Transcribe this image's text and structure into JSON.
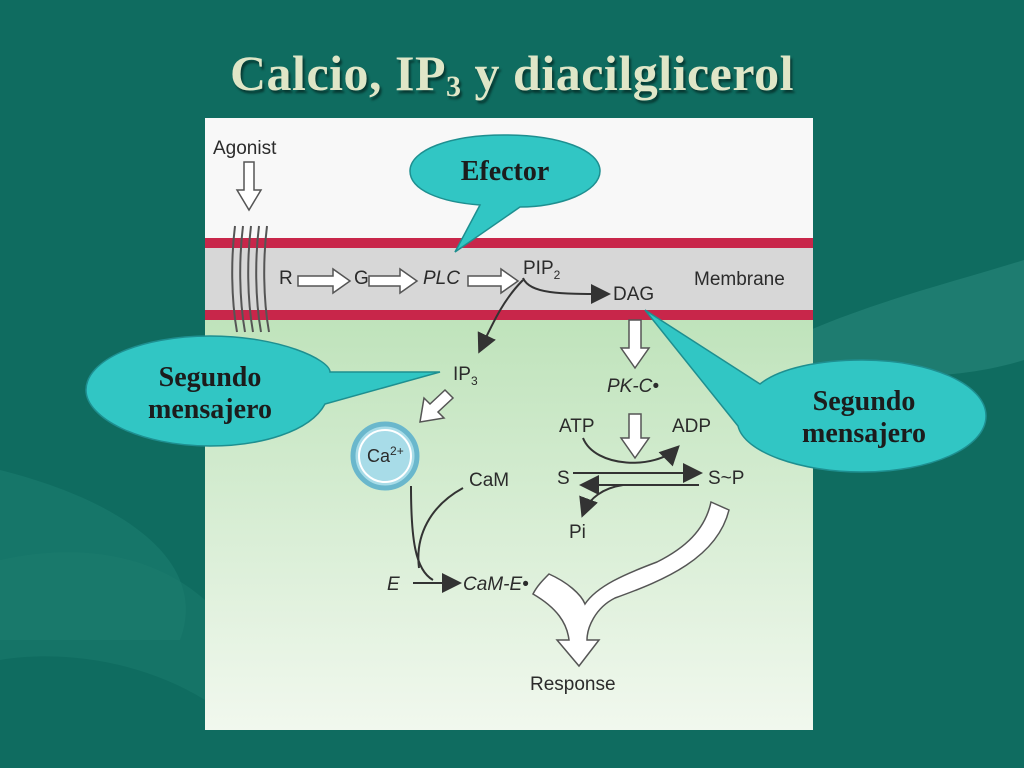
{
  "slide": {
    "title_main": "Calcio, IP",
    "title_sub": "3",
    "title_rest": " y diacilglicerol"
  },
  "diagram": {
    "agonist": "Agonist",
    "membrane": "Membrane",
    "r": "R",
    "g": "G",
    "plc": "PLC",
    "pip": "PIP",
    "pip_sub": "2",
    "dag": "DAG",
    "ip": "IP",
    "ip_sub": "3",
    "pkc": "PK-C",
    "pkc_mark": "•",
    "atp": "ATP",
    "adp": "ADP",
    "s": "S",
    "sp": "S~P",
    "pi": "Pi",
    "ca": "Ca",
    "ca_sup": "2+",
    "cam": "CaM",
    "e": "E",
    "came": "CaM-E",
    "came_mark": "•",
    "response": "Response"
  },
  "callouts": {
    "efector": "Efector",
    "segundo_left_1": "Segundo",
    "segundo_left_2": "mensajero",
    "segundo_right_1": "Segundo",
    "segundo_right_2": "mensajero"
  },
  "colors": {
    "background": "#0f6c60",
    "membrane_band": "#c8264a",
    "cytoplasm": "#d8ecd2",
    "callout": "#31c6c4"
  }
}
